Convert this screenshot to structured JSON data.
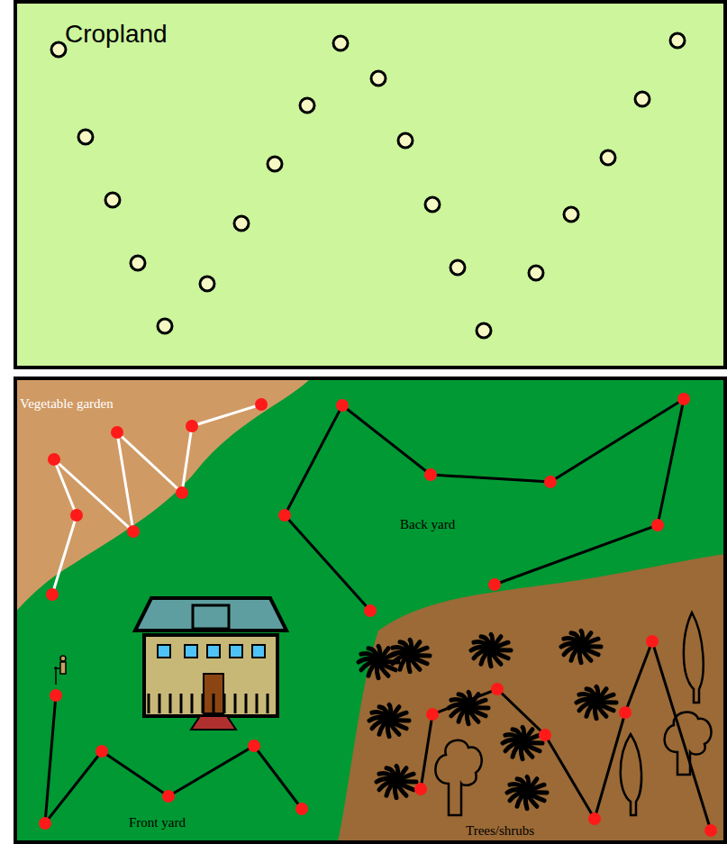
{
  "diagram": {
    "nodes": [
      {
        "text": [
          "Cropland"
        ]
      }
    ],
    "labels": [
      "Vegetable garden",
      "Back yard",
      "Front yard",
      "Trees/shrubs"
    ]
  }
}
